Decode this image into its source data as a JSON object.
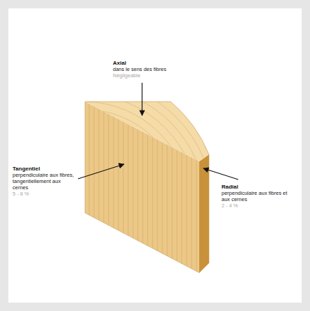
{
  "diagram": {
    "labels": [
      "Axial",
      "dans le sens des fibres",
      "Négligeable",
      "Tangentiel",
      "perpendiculaire aux fibres, tangentiellement aux cernes",
      "5 - 8 %",
      "Radial",
      "perpendiculaire aux fibres et aux cernes",
      "2 - 4 %"
    ]
  }
}
